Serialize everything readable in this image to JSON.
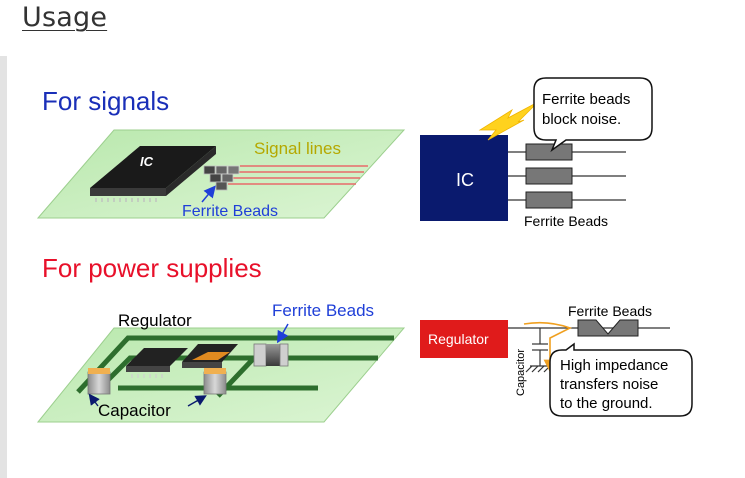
{
  "page": {
    "heading": "Usage"
  },
  "figure": {
    "signals": {
      "section_title": "For signals",
      "ic_label": "IC",
      "signal_lines_label": "Signal lines",
      "ferrite_beads_label": "Ferrite Beads",
      "schematic": {
        "ic_label": "IC",
        "callout": [
          "Ferrite beads",
          "block noise."
        ],
        "ferrite_beads_label": "Ferrite Beads"
      }
    },
    "power": {
      "section_title": "For power supplies",
      "regulator_label": "Regulator",
      "ferrite_beads_label": "Ferrite Beads",
      "capacitor_label": "Capacitor",
      "schematic": {
        "regulator_label": "Regulator",
        "ferrite_beads_label": "Ferrite Beads",
        "capacitor_label": "Capacitor",
        "callout": [
          "High impedance",
          "transfers noise",
          "to the ground."
        ]
      }
    },
    "colors": {
      "signals_title": "#1a2fb8",
      "power_title": "#e8102a",
      "board_green": "#c8eebc",
      "ic_blue": "#0a1a6e",
      "regulator_red": "#e01b1b",
      "signal_lines_text": "#b5a800",
      "ferrite_label_blue": "#1f3fd8"
    }
  }
}
